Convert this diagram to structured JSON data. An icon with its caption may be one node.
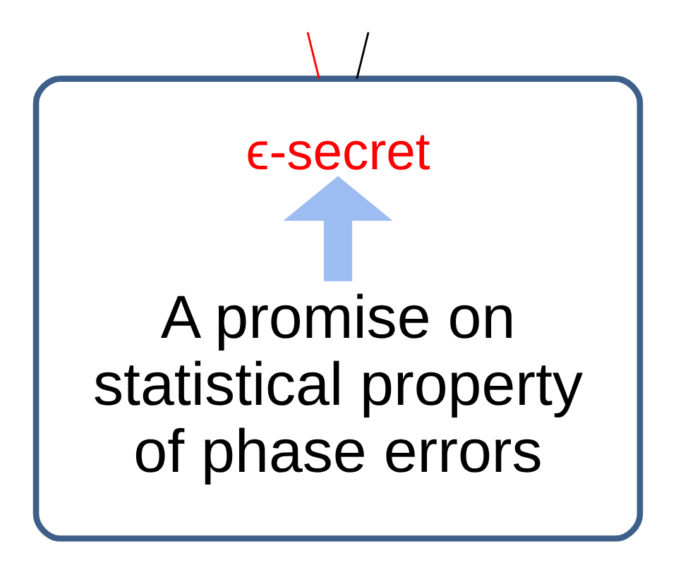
{
  "diagram": {
    "nodes": [
      {
        "text": [],
        "shape": "box"
      },
      {
        "text": [
          "ϵ-secret"
        ],
        "in": 0
      },
      {
        "text": [
          "A promise on statistical property of phase errors"
        ],
        "in": 0
      }
    ],
    "edges": [
      {
        "from": 2,
        "to": 1,
        "arrow": "to",
        "style": "thick",
        "color": "#9dbdf2"
      },
      {
        "from": 0,
        "to": null,
        "arrow": "none",
        "color": "#ff0000"
      },
      {
        "from": 0,
        "to": null,
        "arrow": "none",
        "color": "#000000"
      }
    ]
  }
}
